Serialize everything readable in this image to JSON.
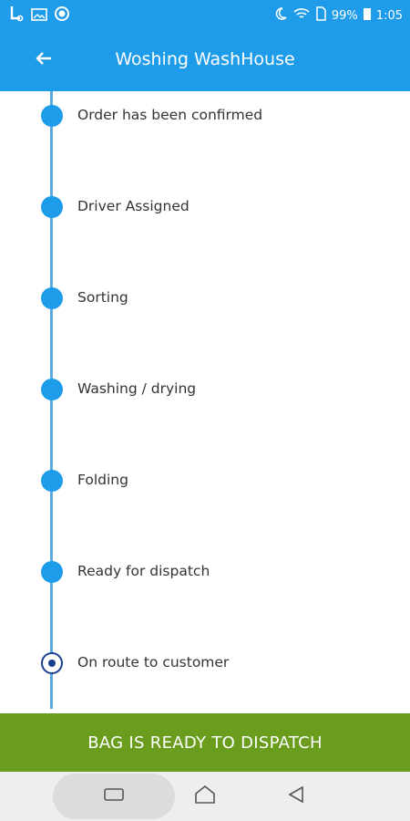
{
  "status_bar": {
    "battery": "99%",
    "time": "1:05",
    "icons": [
      "app-l-icon",
      "gallery-icon",
      "record-icon",
      "moon-icon",
      "wifi-icon",
      "sd-card-icon",
      "battery-icon"
    ]
  },
  "app_bar": {
    "title": "Woshing WashHouse",
    "back_icon": "arrow-left-icon"
  },
  "timeline": {
    "steps": [
      {
        "label": "Order has been confirmed",
        "state": "done"
      },
      {
        "label": "Driver Assigned",
        "state": "done"
      },
      {
        "label": "Sorting",
        "state": "done"
      },
      {
        "label": "Washing / drying",
        "state": "done"
      },
      {
        "label": "Folding",
        "state": "done"
      },
      {
        "label": "Ready for dispatch",
        "state": "done"
      },
      {
        "label": "On route to customer",
        "state": "current"
      }
    ]
  },
  "dispatch_button": {
    "label": "BAG IS READY TO DISPATCH"
  },
  "colors": {
    "primary": "#1e9be9",
    "action": "#6a9c1e",
    "current_step": "#1a3f8f"
  },
  "nav_bar": {
    "icons": [
      "recent-apps-icon",
      "home-icon",
      "back-triangle-icon"
    ]
  }
}
